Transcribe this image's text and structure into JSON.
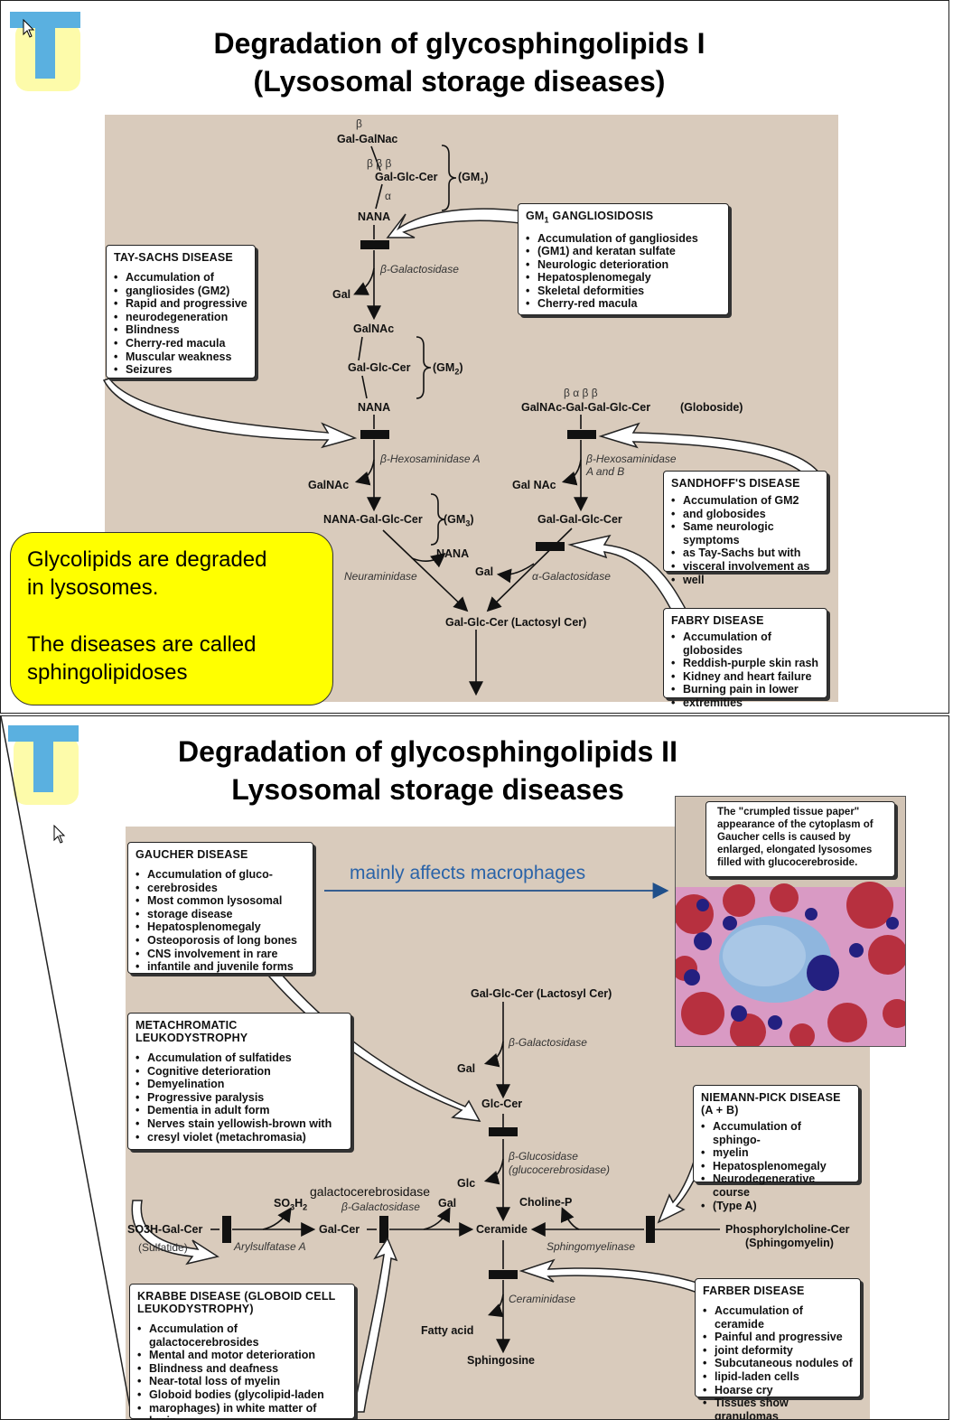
{
  "slide1": {
    "title_line1": "Degradation of glycosphingolipids I",
    "title_line2": "(Lysosomal storage diseases)",
    "yellow_note": {
      "line1": "Glycolipids are degraded",
      "line2": "in lysosomes.",
      "line3": "The diseases are called",
      "line4": "sphingolipidoses"
    },
    "pathway": {
      "beta_top": "β",
      "gal_galnac": "Gal-GalNac",
      "beta_gm1": "β     β    β",
      "gal_glc_cer_gm1": "Gal-Glc-Cer",
      "gm1_label": "(GM",
      "gm1_sub": "1",
      "alpha": "α",
      "nana1": "NANA",
      "beta_galactosidase": "β-Galactosidase",
      "gal1": "Gal",
      "galnac1": "GalNAc",
      "gal_glc_cer_gm2": "Gal-Glc-Cer",
      "gm2_label": "(GM",
      "gm2_sub": "2",
      "nana2": "NANA",
      "beta_hexa": "β-Hexosaminidase A",
      "galnac2": "GalNAc",
      "nana_gal_glc_cer": "NANA-Gal-Glc-Cer",
      "gm3_label": "(GM",
      "gm3_sub": "3",
      "nana3": "NANA",
      "neuraminidase": "Neuraminidase",
      "greek_globoside": "β     α     β     β",
      "globoside_chain": "GalNAc-Gal-Gal-Glc-Cer",
      "globoside": "(Globoside)",
      "beta_hex_ab1": "β-Hexosaminidase",
      "beta_hex_ab2": "A and B",
      "gal_nac_right": "Gal NAc",
      "gal_gal_glc_cer": "Gal-Gal-Glc-Cer",
      "gal2": "Gal",
      "alpha_galactosidase": "α-Galactosidase",
      "lactosyl": "Gal-Glc-Cer (Lactosyl Cer)"
    },
    "gm1_box": {
      "head": "GM",
      "head_sub": "1",
      "head_rest": " GANGLIOSIDOSIS",
      "items": [
        "Accumulation of gangliosides",
        "(GM1) and keratan sulfate",
        "Neurologic deterioration",
        "Hepatosplenomegaly",
        "Skeletal deformities",
        "Cherry-red macula"
      ]
    },
    "tay_box": {
      "head": "TAY-SACHS DISEASE",
      "items": [
        "Accumulation of",
        "gangliosides (GM2)",
        "Rapid and progressive",
        "neurodegeneration",
        "Blindness",
        "Cherry-red macula",
        "Muscular weakness",
        "Seizures"
      ]
    },
    "sandhoff_box": {
      "head": "SANDHOFF'S DISEASE",
      "items": [
        "Accumulation of GM2",
        "and globosides",
        "Same neurologic symptoms",
        "as Tay-Sachs but with",
        "visceral involvement as",
        "well"
      ]
    },
    "fabry_box": {
      "head": "FABRY DISEASE",
      "items": [
        "Accumulation of globosides",
        "Reddish-purple skin rash",
        "Kidney and heart failure",
        "Burning pain in lower",
        "extremities"
      ]
    }
  },
  "slide2": {
    "title_line1": "Degradation of glycosphingolipids II",
    "title_line2": "Lysosomal storage diseases",
    "macrophage_note": "mainly affects macrophages",
    "micro_caption": "The \"crumpled tissue paper\" appearance of the cytoplasm of Gaucher cells is caused by enlarged, elongated lysosomes filled with glucocerebroside.",
    "pathway": {
      "lactosyl": "Gal-Glc-Cer (Lactosyl Cer)",
      "beta_galactosidase": "β-Galactosidase",
      "gal1": "Gal",
      "glc_cer": "Glc-Cer",
      "beta_glucosidase": "β-Glucosidase",
      "glucocerebrosidase": "(glucocerebrosidase)",
      "glc": "Glc",
      "gal2": "Gal",
      "galactocerebrosidase": "galactocerebrosidase",
      "beta_galactosidase2": "β-Galactosidase",
      "so3h2": "SO",
      "so3h2_sub1": "3",
      "so3h2_rest": "H",
      "so3h2_sub2": "2",
      "choline_p": "Choline-P",
      "so3h_gal_cer": "SO3H-Gal-Cer",
      "sulfatide": "(Sulfatide)",
      "arylsulfatase": "Arylsulfatase A",
      "gal_cer": "Gal-Cer",
      "ceramide": "Ceramide",
      "sphingomyelinase": "Sphingomyelinase",
      "phosphorylcholine": "Phosphorylcholine-Cer",
      "sphingomyelin": "(Sphingomyelin)",
      "ceraminidase": "Ceraminidase",
      "fatty_acid": "Fatty acid",
      "sphingosine": "Sphingosine"
    },
    "gaucher_box": {
      "head": "GAUCHER DISEASE",
      "items": [
        "Accumulation of gluco-",
        "cerebrosides",
        "Most common lysosomal",
        "storage disease",
        "Hepatosplenomegaly",
        "Osteoporosis of long bones",
        "CNS involvement in rare",
        "infantile and juvenile forms"
      ]
    },
    "metachromatic_box": {
      "head1": "METACHROMATIC",
      "head2": "LEUKODYSTROPHY",
      "items": [
        "Accumulation of sulfatides",
        "Cognitive deterioration",
        "Demyelination",
        "Progressive paralysis",
        "Dementia in adult form",
        "Nerves stain yellowish-brown with",
        "cresyl violet (metachromasia)"
      ]
    },
    "niemann_box": {
      "head1": "NIEMANN-PICK DISEASE",
      "head2": "(A + B)",
      "items": [
        "Accumulation of sphingo-",
        "myelin",
        "Hepatosplenomegaly",
        "Neurodegenerative course",
        "(Type A)"
      ]
    },
    "krabbe_box": {
      "head1": "KRABBE DISEASE (GLOBOID CELL",
      "head2": "LEUKODYSTROPHY)",
      "items": [
        "Accumulation of galactocerebrosides",
        "Mental and motor deterioration",
        "Blindness and deafness",
        "Near-total loss of myelin",
        "Globoid bodies (glycolipid-laden",
        "marophages) in white matter of brain"
      ]
    },
    "farber_box": {
      "head": "FARBER DISEASE",
      "items": [
        "Accumulation of ceramide",
        "Painful and progressive",
        "joint deformity",
        "Subcutaneous nodules of",
        "lipid-laden cells",
        "Hoarse cry",
        "Tissues show granulomas"
      ]
    }
  },
  "colors": {
    "background_panel": "#d9cbbc",
    "yellow": "#ffff00",
    "underline_red": "#e0201b",
    "underline_blue": "#1f6fc0",
    "macrophage_text": "#2a63a8"
  }
}
